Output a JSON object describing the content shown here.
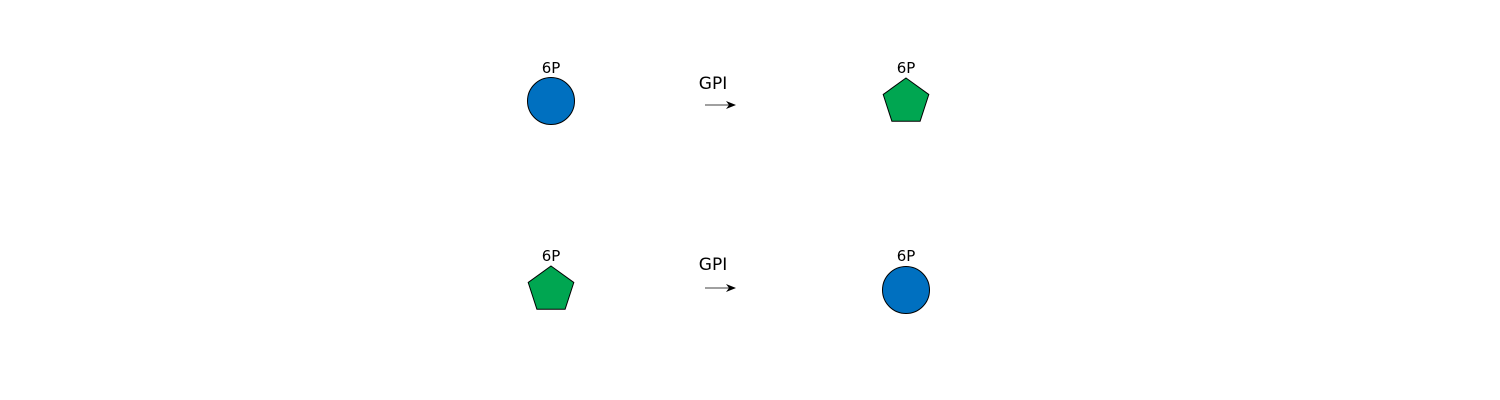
{
  "colors": {
    "circle": "#0070C0",
    "pentagon": "#00A651",
    "stroke": "#000000",
    "arrow": "#000000"
  },
  "reactions": [
    {
      "substrate": {
        "shape": "circle",
        "icon": "blue-circle-icon",
        "label": "6P"
      },
      "enzyme": "GPI",
      "product": {
        "shape": "pentagon",
        "icon": "green-pentagon-icon",
        "label": "6P"
      }
    },
    {
      "substrate": {
        "shape": "pentagon",
        "icon": "green-pentagon-icon",
        "label": "6P"
      },
      "enzyme": "GPI",
      "product": {
        "shape": "circle",
        "icon": "blue-circle-icon",
        "label": "6P"
      }
    }
  ]
}
